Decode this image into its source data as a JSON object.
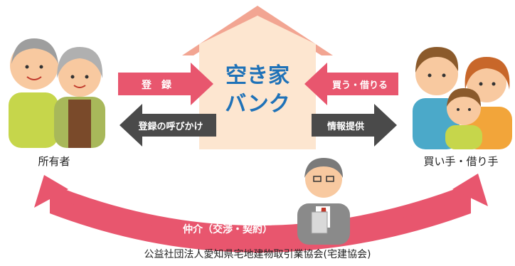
{
  "center": {
    "line1": "空き家",
    "line2": "バンク"
  },
  "arrows": {
    "register": "登　録",
    "register_call": "登録の呼びかけ",
    "buy_borrow": "買う・借りる",
    "info_provide": "情報提供",
    "mediation": "仲介（交渉・契約）"
  },
  "labels": {
    "owner": "所有者",
    "buyer": "買い手・借り手",
    "association": "公益社団法人愛知県宅地建物取引業協会(宅建協会)"
  },
  "colors": {
    "house_roof": "#f2a592",
    "house_body": "#fde6d0",
    "bank_text": "#1f72b8",
    "red_arrow": "#e8566e",
    "dark_arrow": "#4a4a4a",
    "big_arc": "#e8566e"
  }
}
